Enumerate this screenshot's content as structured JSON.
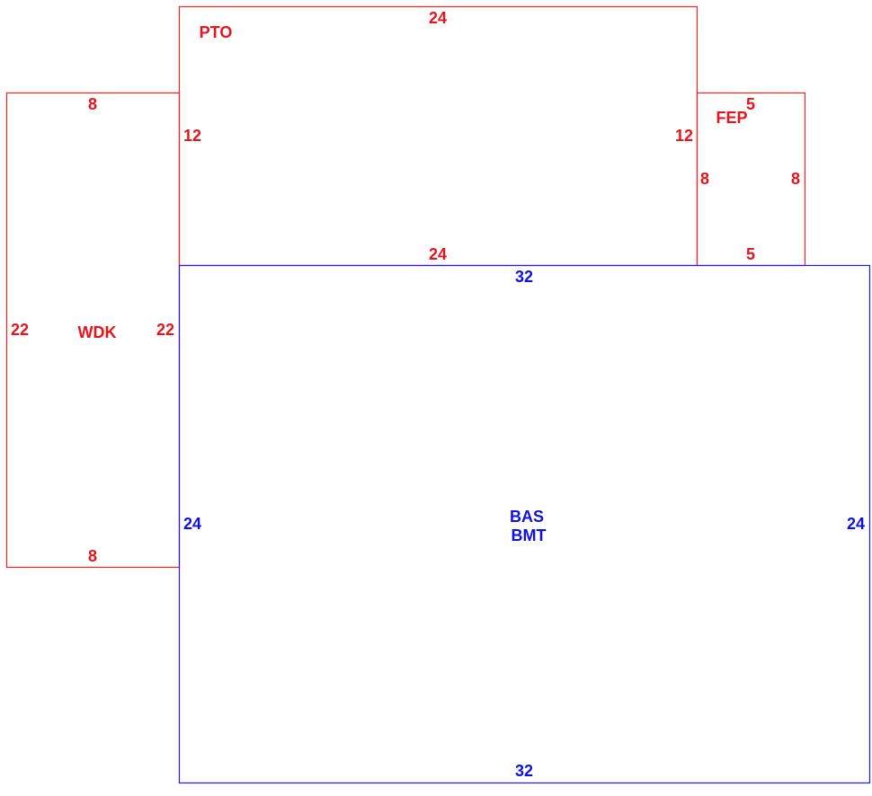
{
  "colors": {
    "upper_floor": "#ff2020",
    "basement": "#1a1aff"
  },
  "areas": {
    "pto": {
      "code": "PTO",
      "top": "24",
      "bottom": "24",
      "left": "12",
      "right": "12"
    },
    "wdk": {
      "code": "WDK",
      "top": "8",
      "bottom": "8",
      "left": "22",
      "right": "22"
    },
    "fep": {
      "code": "FEP",
      "top": "5",
      "bottom": "5",
      "left": "8",
      "right": "8"
    },
    "bas": {
      "code": "BAS",
      "code2": "BMT",
      "top": "32",
      "bottom": "32",
      "left": "24",
      "right": "24"
    }
  }
}
